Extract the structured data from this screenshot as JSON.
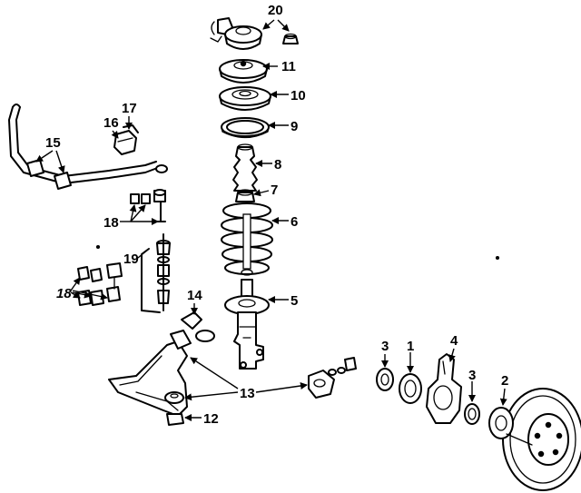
{
  "diagram": {
    "callouts": [
      {
        "id": "20",
        "text": "20"
      },
      {
        "id": "11",
        "text": "11"
      },
      {
        "id": "10",
        "text": "10"
      },
      {
        "id": "9",
        "text": "9"
      },
      {
        "id": "8",
        "text": "8"
      },
      {
        "id": "7",
        "text": "7"
      },
      {
        "id": "6",
        "text": "6"
      },
      {
        "id": "5",
        "text": "5"
      },
      {
        "id": "17",
        "text": "17"
      },
      {
        "id": "16",
        "text": "16"
      },
      {
        "id": "15",
        "text": "15"
      },
      {
        "id": "18a",
        "text": "18"
      },
      {
        "id": "19",
        "text": "19"
      },
      {
        "id": "18b",
        "text": "18"
      },
      {
        "id": "14",
        "text": "14"
      },
      {
        "id": "13",
        "text": "13"
      },
      {
        "id": "12",
        "text": "12"
      },
      {
        "id": "3a",
        "text": "3"
      },
      {
        "id": "1",
        "text": "1"
      },
      {
        "id": "4",
        "text": "4"
      },
      {
        "id": "3b",
        "text": "3"
      },
      {
        "id": "2",
        "text": "2"
      }
    ]
  }
}
